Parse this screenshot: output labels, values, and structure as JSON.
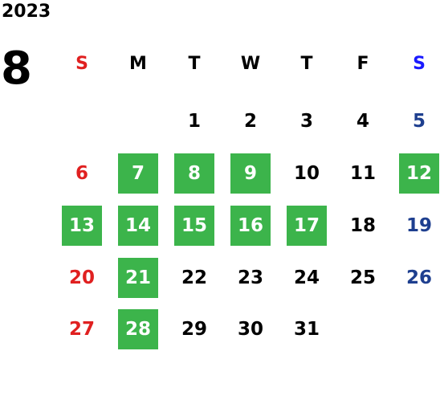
{
  "year": "2023",
  "month": "8",
  "weekday_headers": [
    "S",
    "M",
    "T",
    "W",
    "T",
    "F",
    "S"
  ],
  "colors": {
    "highlight": "#3cb44b",
    "sunday": "#e02020",
    "saturday_header": "#1a1aff",
    "saturday_date": "#1e3f8f",
    "weekday": "#000000"
  },
  "weeks": [
    [
      null,
      null,
      {
        "day": "1"
      },
      {
        "day": "2"
      },
      {
        "day": "3"
      },
      {
        "day": "4"
      },
      {
        "day": "5"
      }
    ],
    [
      {
        "day": "6"
      },
      {
        "day": "7",
        "highlighted": true
      },
      {
        "day": "8",
        "highlighted": true
      },
      {
        "day": "9",
        "highlighted": true
      },
      {
        "day": "10"
      },
      {
        "day": "11"
      },
      {
        "day": "12",
        "highlighted": true
      }
    ],
    [
      {
        "day": "13",
        "highlighted": true
      },
      {
        "day": "14",
        "highlighted": true
      },
      {
        "day": "15",
        "highlighted": true
      },
      {
        "day": "16",
        "highlighted": true
      },
      {
        "day": "17",
        "highlighted": true
      },
      {
        "day": "18"
      },
      {
        "day": "19"
      }
    ],
    [
      {
        "day": "20"
      },
      {
        "day": "21",
        "highlighted": true
      },
      {
        "day": "22"
      },
      {
        "day": "23"
      },
      {
        "day": "24"
      },
      {
        "day": "25"
      },
      {
        "day": "26"
      }
    ],
    [
      {
        "day": "27"
      },
      {
        "day": "28",
        "highlighted": true
      },
      {
        "day": "29"
      },
      {
        "day": "30"
      },
      {
        "day": "31"
      },
      null,
      null
    ]
  ]
}
